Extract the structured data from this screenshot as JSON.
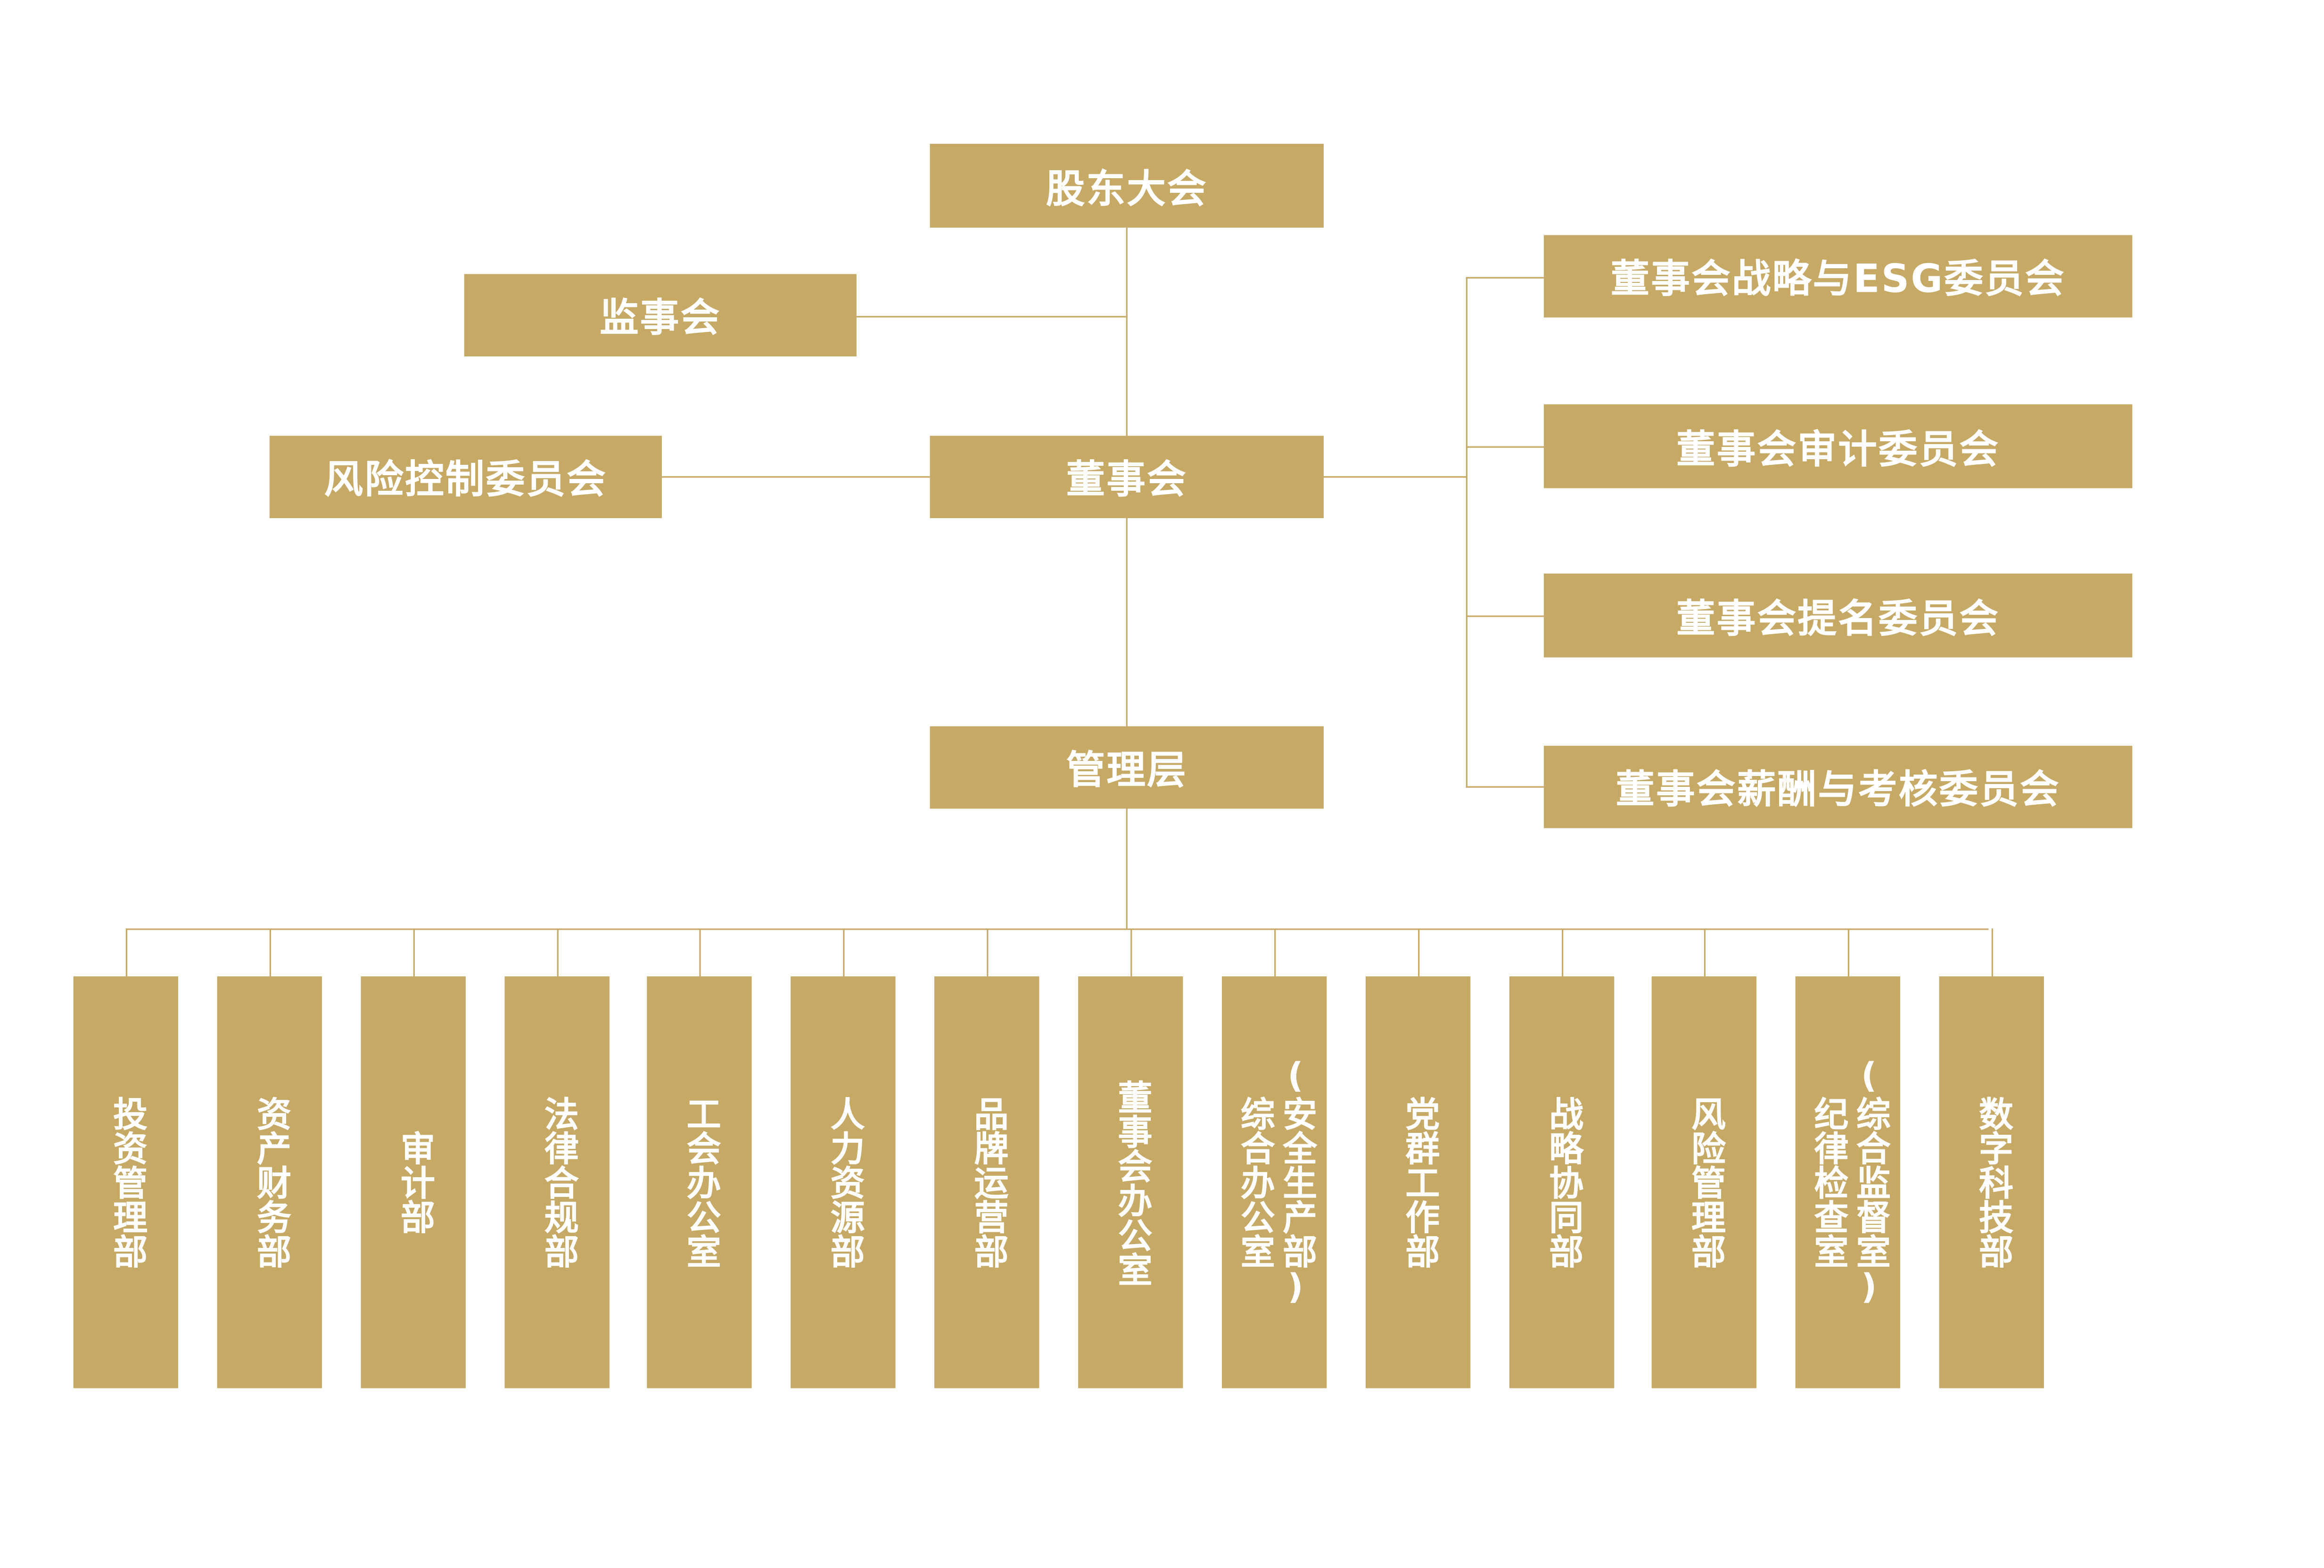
{
  "accent_color": "#C5A965",
  "top": {
    "shareholders": "股东大会",
    "supervisors": "监事会",
    "risk_committee": "风险控制委员会",
    "board": "董事会",
    "management": "管理层"
  },
  "board_committees": [
    "董事会战略与ESG委员会",
    "董事会审计委员会",
    "董事会提名委员会",
    "董事会薪酬与考核委员会"
  ],
  "departments": [
    {
      "lines": [
        "投资管理部"
      ]
    },
    {
      "lines": [
        "资产财务部"
      ]
    },
    {
      "lines": [
        "审计部"
      ]
    },
    {
      "lines": [
        "法律合规部"
      ]
    },
    {
      "lines": [
        "工会办公室"
      ]
    },
    {
      "lines": [
        "人力资源部"
      ]
    },
    {
      "lines": [
        "品牌运营部"
      ]
    },
    {
      "lines": [
        "董事会办公室"
      ]
    },
    {
      "lines": [
        "综合办公室",
        "(安全生产部)"
      ]
    },
    {
      "lines": [
        "党群工作部"
      ]
    },
    {
      "lines": [
        "战略协同部"
      ]
    },
    {
      "lines": [
        "风险管理部"
      ]
    },
    {
      "lines": [
        "纪律检查室",
        "(综合监督室)"
      ]
    },
    {
      "lines": [
        "数字科技部"
      ]
    }
  ]
}
